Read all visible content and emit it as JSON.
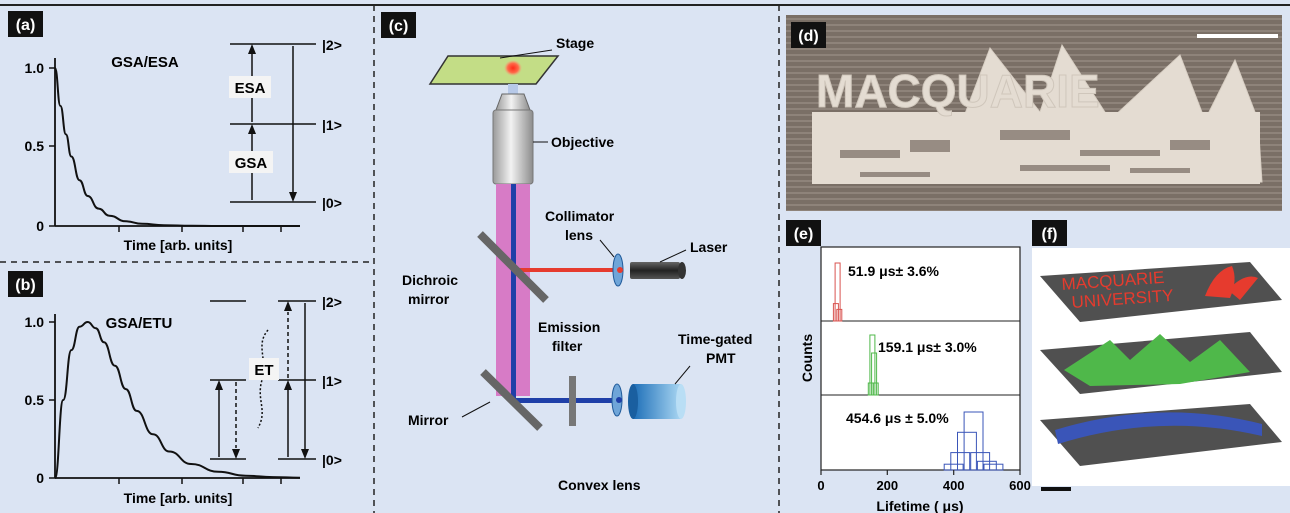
{
  "colors": {
    "background": "#dbe4f3",
    "panel_label_bg": "#111111",
    "stage_green": "#c3dd86",
    "laser_red": "#e63b2e",
    "beam_blue": "#1f3fa8",
    "beam_pink": "#d77bc6",
    "hist_red": "#d9534f",
    "hist_green": "#4fb84a",
    "hist_blue": "#3a55b8",
    "layer_dark": "#505050"
  },
  "panel_a": {
    "label": "(a)",
    "title": "GSA/ESA",
    "xlabel": "Time [arb. units]",
    "yticks": [
      "1.0",
      "0.5",
      "0"
    ],
    "levels": [
      "|2>",
      "|1>",
      "|0>"
    ],
    "transitions": [
      "ESA",
      "GSA"
    ]
  },
  "panel_b": {
    "label": "(b)",
    "title": "GSA/ETU",
    "xlabel": "Time [arb. units]",
    "yticks": [
      "1.0",
      "0.5",
      "0"
    ],
    "levels": [
      "|2>",
      "|1>",
      "|0>"
    ],
    "transfer": "ET"
  },
  "panel_c": {
    "label": "(c)",
    "components": {
      "stage": "Stage",
      "objective": "Objective",
      "collimator": "Collimator lens",
      "laser": "Laser",
      "dichroic": "Dichroic mirror",
      "emission_filter": "Emission filter",
      "pmt": "Time-gated PMT",
      "mirror": "Mirror",
      "convex": "Convex lens"
    }
  },
  "panel_d": {
    "label": "(d)",
    "image_text": "MACQUARIE"
  },
  "panel_e": {
    "label": "(e)",
    "xlabel": "Lifetime ( μs)",
    "ylabel": "Counts",
    "xticks": [
      "0",
      "200",
      "400",
      "600"
    ],
    "annotations": [
      "51.9 μs± 3.6%",
      "159.1 μs± 3.0%",
      "454.6 μs ± 5.0%"
    ]
  },
  "panel_f": {
    "label": "(f)",
    "logo_line1": "MACQUARIE",
    "logo_line2": "UNIVERSITY"
  },
  "chart_data": [
    {
      "type": "line",
      "panel": "a",
      "title": "GSA/ESA",
      "xlabel": "Time [arb. units]",
      "ylabel": "",
      "ylim": [
        0,
        1.0
      ],
      "series": [
        {
          "x": [
            0,
            0.1,
            0.2,
            0.3,
            0.45,
            0.6,
            0.8,
            1.0,
            1.3,
            1.6,
            2.0,
            2.5,
            3.0,
            3.5,
            4.0,
            4.5
          ],
          "values": [
            1.0,
            0.76,
            0.58,
            0.44,
            0.29,
            0.19,
            0.11,
            0.065,
            0.03,
            0.014,
            0.005,
            0.001,
            0.0,
            0.0,
            0.0,
            0.0
          ]
        }
      ]
    },
    {
      "type": "line",
      "panel": "b",
      "title": "GSA/ETU",
      "xlabel": "Time [arb. units]",
      "ylabel": "",
      "ylim": [
        0,
        1.0
      ],
      "series": [
        {
          "x": [
            0,
            0.15,
            0.3,
            0.45,
            0.6,
            0.75,
            0.9,
            1.1,
            1.3,
            1.5,
            1.8,
            2.1,
            2.5,
            3.0,
            3.5,
            4.0,
            4.5
          ],
          "values": [
            0.0,
            0.5,
            0.82,
            0.97,
            1.0,
            0.96,
            0.87,
            0.72,
            0.57,
            0.43,
            0.28,
            0.17,
            0.09,
            0.04,
            0.015,
            0.006,
            0.002
          ]
        }
      ]
    },
    {
      "type": "bar",
      "panel": "e",
      "xlabel": "Lifetime ( μs)",
      "ylabel": "Counts",
      "xlim": [
        0,
        600
      ],
      "series": [
        {
          "bins": [
            45,
            50,
            55
          ],
          "values": [
            0.3,
            1.0,
            0.2
          ]
        },
        {
          "bins": [
            150,
            155,
            160,
            165
          ],
          "values": [
            0.2,
            1.0,
            0.7,
            0.2
          ]
        },
        {
          "bins": [
            400,
            420,
            440,
            460,
            480,
            500,
            520
          ],
          "values": [
            0.1,
            0.3,
            0.65,
            1.0,
            0.3,
            0.15,
            0.1
          ]
        }
      ]
    }
  ]
}
